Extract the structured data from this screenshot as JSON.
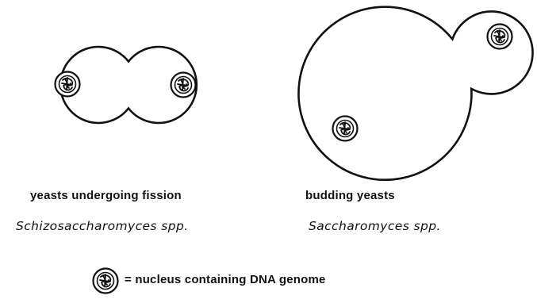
{
  "fission": {
    "label": "yeasts undergoing fission",
    "genus": "Schizosaccharomyces spp."
  },
  "budding": {
    "label": "budding yeasts",
    "genus": "Saccharomyces spp."
  },
  "legend": {
    "text": "= nucleus containing DNA genome"
  },
  "colors": {
    "ink": "#111111",
    "background": "#ffffff"
  },
  "icons": {
    "nucleus": "nucleus-icon"
  }
}
